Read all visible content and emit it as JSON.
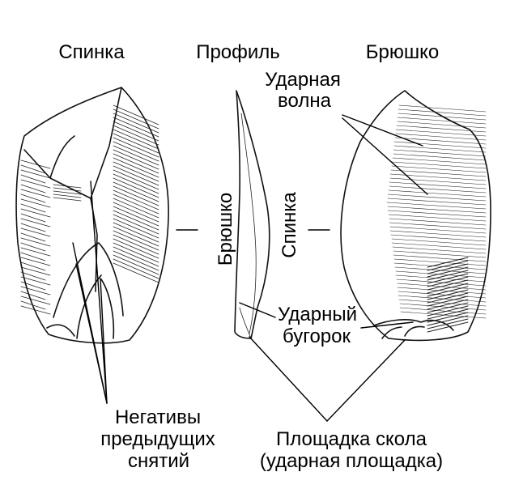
{
  "views": {
    "dorsal": "Спинка",
    "profile": "Профиль",
    "ventral": "Брюшко"
  },
  "profile_sides": {
    "left": "Брюшко",
    "right": "Спинка"
  },
  "labels": {
    "impact_wave": [
      "Ударная",
      "волна"
    ],
    "bulb": [
      "Ударный",
      "бугорок"
    ],
    "negatives": [
      "Негативы",
      "предыдущих",
      "снятий"
    ],
    "platform": [
      "Площадка скола",
      "(ударная площадка)"
    ]
  }
}
